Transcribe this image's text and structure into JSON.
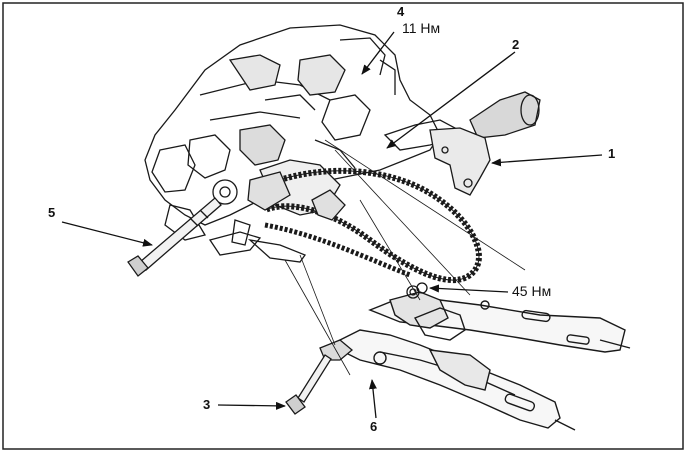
{
  "callouts": {
    "c1": "1",
    "c2": "2",
    "c3": "3",
    "c4": "4",
    "c5": "5",
    "c6": "6"
  },
  "torques": {
    "t_top": "11 Нм",
    "t_mid": "45 Нм"
  },
  "colors": {
    "ink": "#1a1a1a",
    "paper": "#ffffff"
  }
}
